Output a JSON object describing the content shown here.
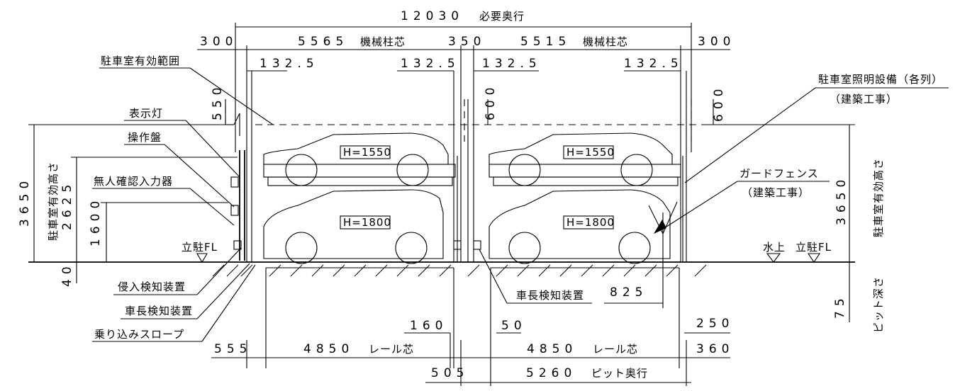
{
  "dimensions": {
    "overall_depth": "12030",
    "overall_depth_label": "必要奥行",
    "left_margin": "300",
    "right_margin": "300",
    "left_bay": "5565",
    "right_bay": "5515",
    "bay_label_left": "機械柱芯",
    "bay_label_right": "機械柱芯",
    "center_gap": "350",
    "offset_a": "132.5",
    "offset_b": "132.5",
    "offset_c": "132.5",
    "offset_d": "132.5",
    "clear_left": "550",
    "clear_mid": "600",
    "clear_right": "600",
    "total_height_left": "3650",
    "total_height_right": "3650",
    "effective_height_left": "2625",
    "lower_height": "1600",
    "floor_offset": "40",
    "pit_depth": "75",
    "dim_825": "825",
    "dim_160": "160",
    "dim_50": "50",
    "dim_250": "250",
    "dim_360": "360",
    "dim_555": "555",
    "rail_left": "4850",
    "rail_right": "4850",
    "rail_label_left": "レール芯",
    "rail_label_right": "レール芯",
    "dim_505": "505",
    "pit_total": "5260",
    "pit_total_label": "ピット奥行"
  },
  "labels": {
    "parking_range": "駐車室有効範囲",
    "indicator_lamp": "表示灯",
    "control_panel": "操作盤",
    "unmanned_confirm": "無人確認入力器",
    "standing_fl_left": "立駐FL",
    "intrusion_detector": "侵入検知装置",
    "length_detector_left": "車長検知装置",
    "length_detector_mid": "車長検知装置",
    "entry_slope": "乗り込みスロープ",
    "lighting": "駐車室照明設備（各列）",
    "construction_1": "（建築工事）",
    "guard_fence": "ガードフェンス",
    "construction_2": "（建築工事）",
    "water_level": "水上",
    "standing_fl_right": "立駐FL",
    "eff_height_left_label": "駐車室有効高さ",
    "eff_height_right_label": "駐車室有効高さ",
    "pit_depth_label": "ピット深さ"
  },
  "car_tags": {
    "upper_left": "H=1550",
    "upper_right": "H=1550",
    "lower_left": "H=1800",
    "lower_right": "H=1800"
  }
}
